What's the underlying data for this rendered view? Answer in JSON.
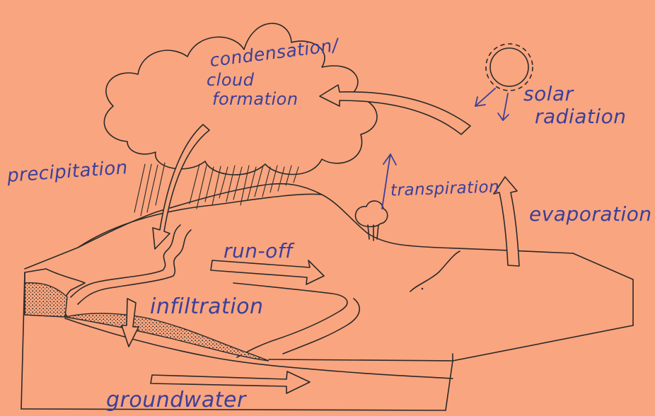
{
  "labels": {
    "condensation": "condensation/",
    "cloud": "cloud",
    "formation": "formation",
    "solar": "solar",
    "radiation": "radiation",
    "precipitation": "precipitation",
    "transpiration": "transpiration",
    "evaporation": "evaporation",
    "runoff": "run-off",
    "infiltration": "infiltration",
    "groundwater": "groundwater"
  },
  "colors": {
    "background": "#f9a57f",
    "pen_ink": "#3b3f9a",
    "pencil_line": "#2a2a2a"
  }
}
